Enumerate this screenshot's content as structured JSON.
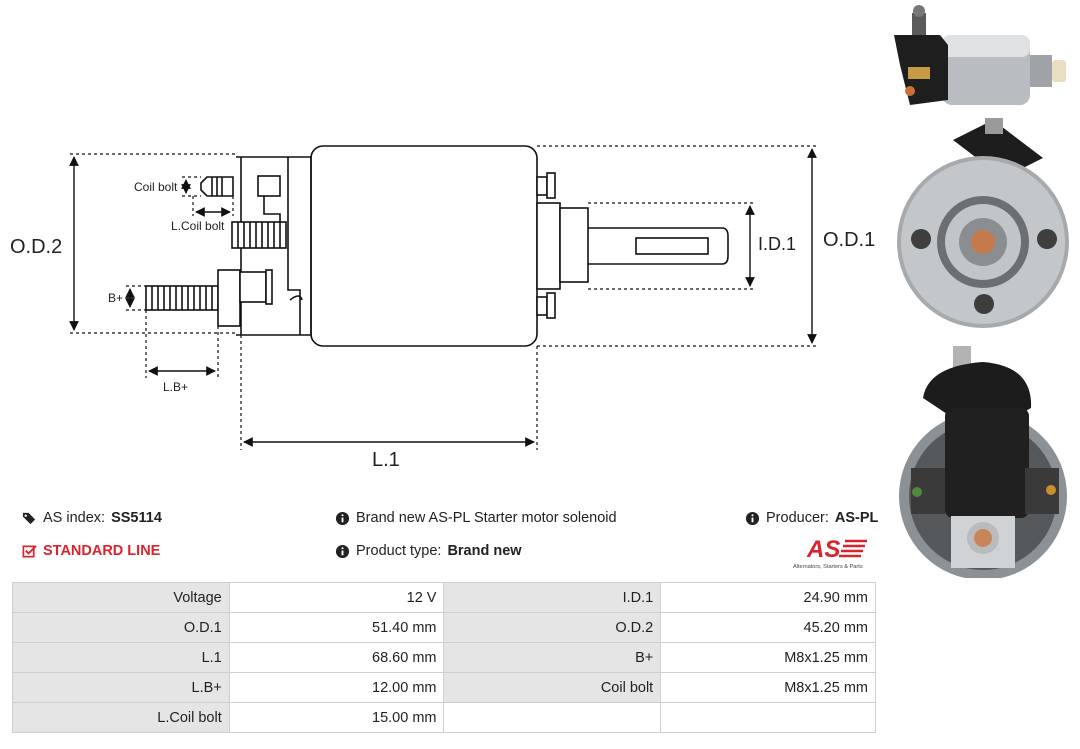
{
  "diagram": {
    "labels": {
      "coil_bolt": "Coil bolt",
      "l_coil_bolt": "L.Coil bolt",
      "b_plus": "B+",
      "l_b_plus": "L.B+",
      "od2": "O.D.2",
      "od1": "O.D.1",
      "id1": "I.D.1",
      "l1": "L.1"
    }
  },
  "info": {
    "as_index_label": "AS index:",
    "as_index_value": "SS5114",
    "standard_line": "STANDARD LINE",
    "description": "Brand new AS-PL Starter motor solenoid",
    "product_type_label": "Product type:",
    "product_type_value": "Brand new",
    "producer_label": "Producer:",
    "producer_value": "AS-PL"
  },
  "logo": {
    "text": "AS",
    "tagline": "Alternators, Starters & Parts",
    "color": "#d9232d"
  },
  "specs": [
    [
      "Voltage",
      "12 V",
      "I.D.1",
      "24.90 mm"
    ],
    [
      "O.D.1",
      "51.40 mm",
      "O.D.2",
      "45.20 mm"
    ],
    [
      "L.1",
      "68.60 mm",
      "B+",
      "M8x1.25 mm"
    ],
    [
      "L.B+",
      "12.00 mm",
      "Coil bolt",
      "M8x1.25 mm"
    ],
    [
      "L.Coil bolt",
      "15.00 mm",
      "",
      ""
    ]
  ]
}
